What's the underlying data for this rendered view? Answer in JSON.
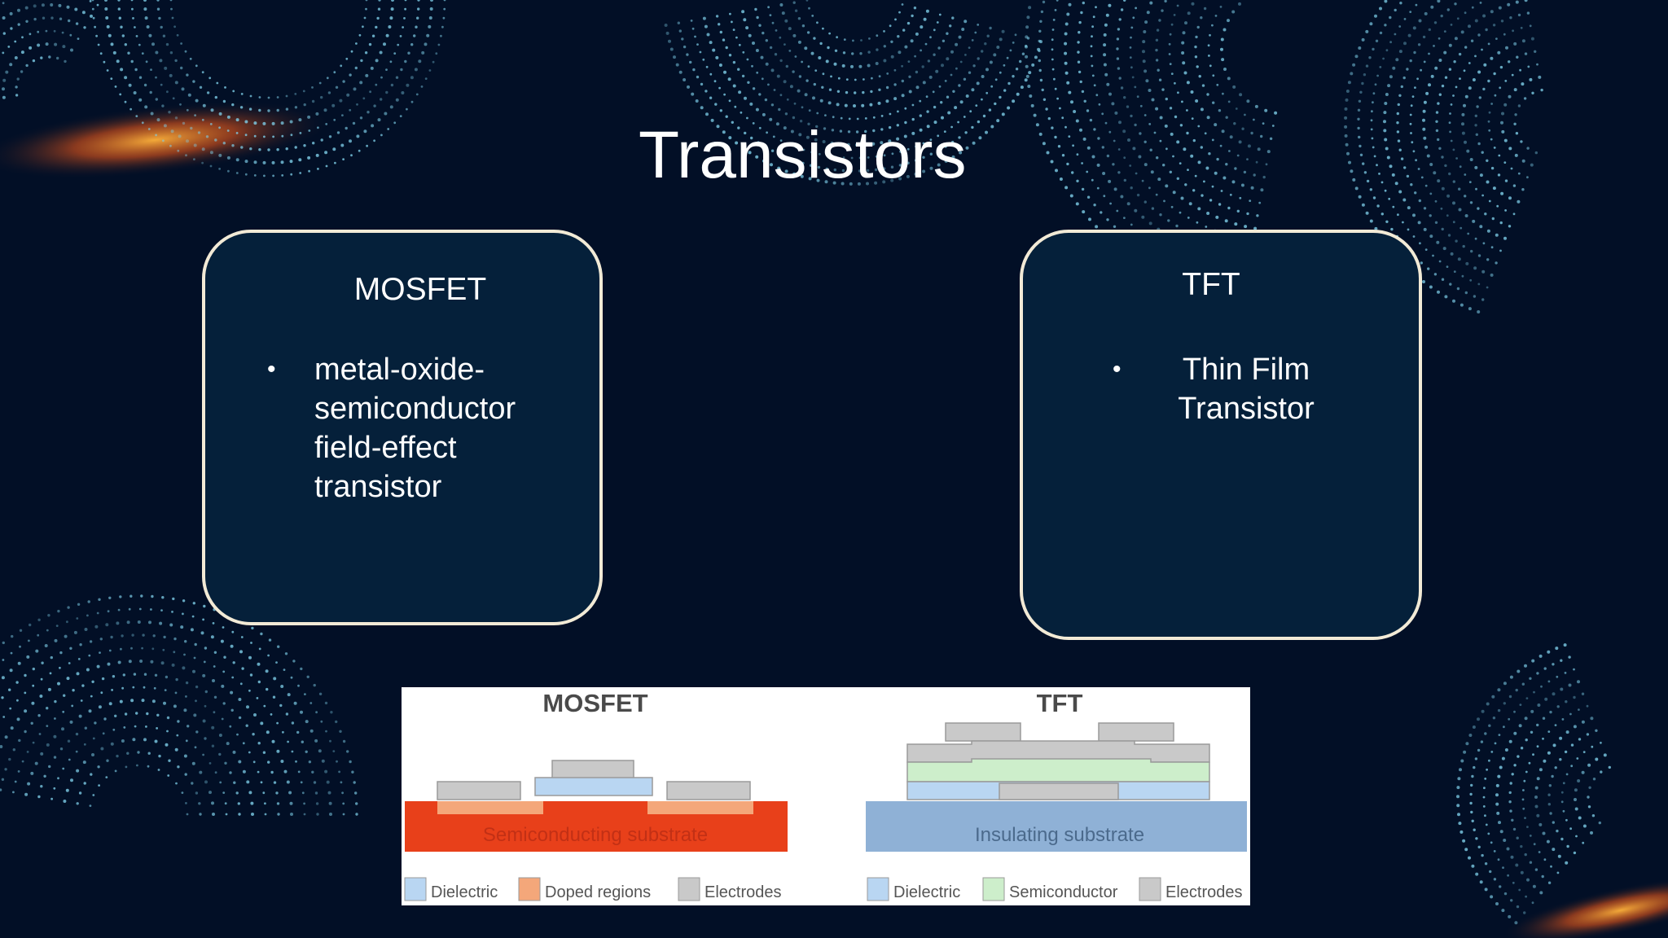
{
  "slide": {
    "title": "Transistors"
  },
  "cards": [
    {
      "title": "MOSFET",
      "bullet": "metal-oxide-\nsemiconductor\nfield-effect\ntransistor"
    },
    {
      "title": "TFT",
      "bullet": "Thin Film\nTransistor"
    }
  ],
  "diagram": {
    "mosfet": {
      "heading": "MOSFET",
      "substrate_label": "Semiconducting substrate",
      "legend": [
        "Dielectric",
        "Doped regions",
        "Electrodes"
      ]
    },
    "tft": {
      "heading": "TFT",
      "substrate_label": "Insulating substrate",
      "legend": [
        "Dielectric",
        "Semiconductor",
        "Electrodes"
      ]
    }
  },
  "colors": {
    "background": "#020f26",
    "card_fill": "#05203a",
    "card_border": "#f2ead6",
    "dots": "#7fd0ea",
    "glow": "#ff8a2a",
    "substrate_semiconducting": "#e8401a",
    "substrate_insulating": "#8fb1d6",
    "dielectric": "#b9d6f2",
    "doped": "#f4a77a",
    "electrode": "#c9c9c9",
    "semiconductor": "#cdeecb"
  }
}
